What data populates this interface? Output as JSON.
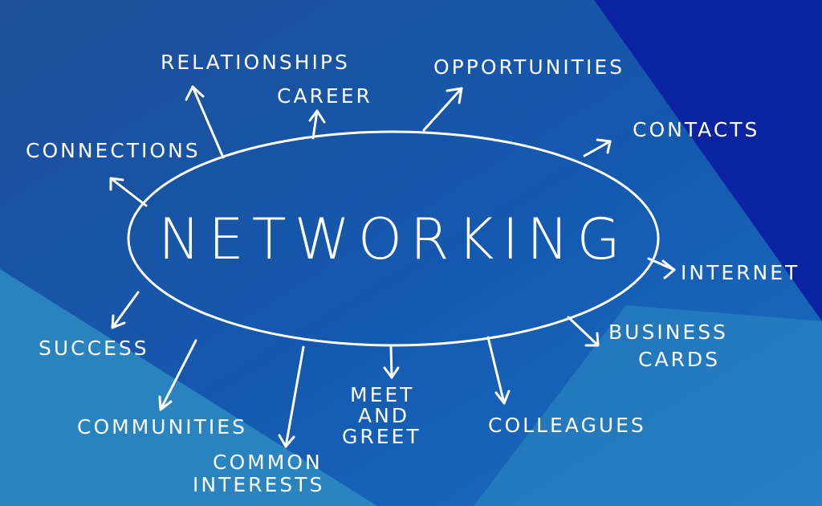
{
  "colors": {
    "bg_main": "#1a5ca8",
    "bg_dark": "#0a2a9c",
    "bg_light": "#2f8fc4",
    "ink": "#ffffff"
  },
  "center": {
    "label": "NETWORKING"
  },
  "nodes": [
    {
      "id": "relationships",
      "lines": [
        "RELATIONSHIPS"
      ]
    },
    {
      "id": "career",
      "lines": [
        "CAREER"
      ]
    },
    {
      "id": "opportunities",
      "lines": [
        "OPPORTUNITIES"
      ]
    },
    {
      "id": "contacts",
      "lines": [
        "CONTACTS"
      ]
    },
    {
      "id": "connections",
      "lines": [
        "CONNECTIONS"
      ]
    },
    {
      "id": "internet",
      "lines": [
        "INTERNET"
      ]
    },
    {
      "id": "business-cards",
      "lines": [
        "BUSINESS",
        "CARDS"
      ]
    },
    {
      "id": "success",
      "lines": [
        "SUCCESS"
      ]
    },
    {
      "id": "communities",
      "lines": [
        "COMMUNITIES"
      ]
    },
    {
      "id": "common-interests",
      "lines": [
        "COMMON",
        "INTERESTS"
      ]
    },
    {
      "id": "meet-and-greet",
      "lines": [
        "MEET",
        "AND",
        "GREET"
      ]
    },
    {
      "id": "colleagues",
      "lines": [
        "COLLEAGUES"
      ]
    }
  ]
}
